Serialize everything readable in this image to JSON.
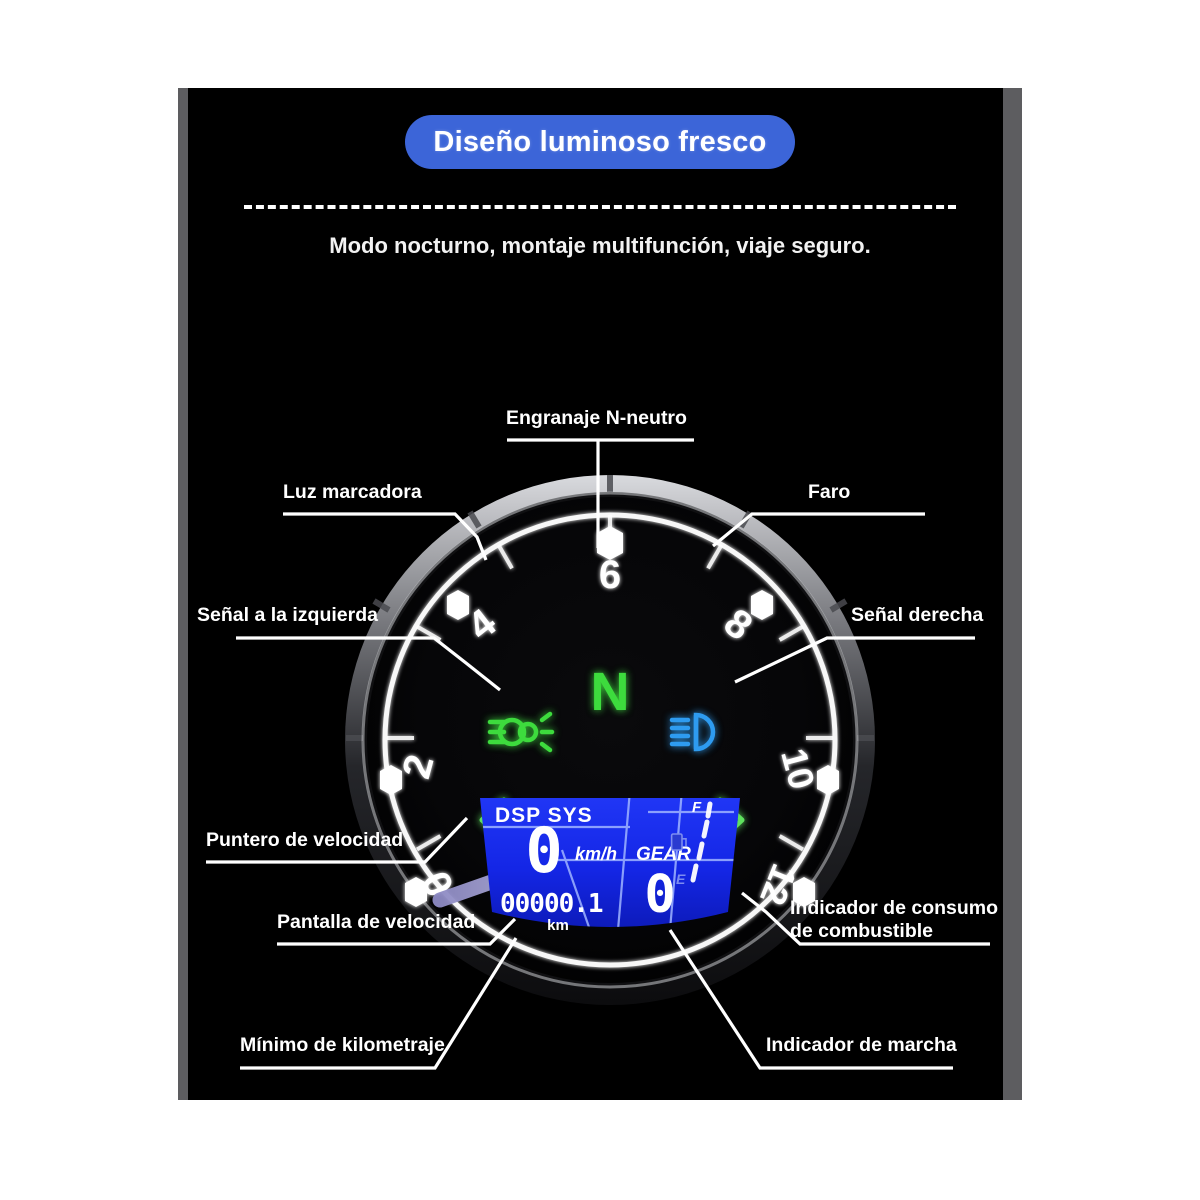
{
  "header": {
    "badge_title": "Diseño luminoso fresco",
    "subtitle": "Modo nocturno, montaje multifunción, viaje seguro.",
    "badge_color": "#3c65d8",
    "background_color": "#000000"
  },
  "callouts": [
    {
      "id": "neutral",
      "label": "Engranaje N-neutro"
    },
    {
      "id": "marker",
      "label": "Luz marcadora"
    },
    {
      "id": "headlamp",
      "label": "Faro"
    },
    {
      "id": "left",
      "label": "Señal a la izquierda"
    },
    {
      "id": "right",
      "label": "Señal derecha"
    },
    {
      "id": "needle",
      "label": "Puntero de velocidad"
    },
    {
      "id": "speed",
      "label": "Pantalla de velocidad"
    },
    {
      "id": "fuel",
      "label": "Indicador de consumo de combustible"
    },
    {
      "id": "odo",
      "label": "Mínimo de kilometraje"
    },
    {
      "id": "gear",
      "label": "Indicador de marcha"
    }
  ],
  "gauge": {
    "dial_numbers": [
      "0",
      "2",
      "4",
      "6",
      "8",
      "10",
      "12"
    ],
    "needle_value": "0",
    "needle_color": "#a9a6d8",
    "neutral_symbol": "N",
    "neutral_color": "#3ddb3d",
    "marker_light_color": "#3ddb3d",
    "high_beam_color": "#2e9bf0",
    "turn_signal_color": "#5ee25e",
    "dial_ring_color": "#ffffff"
  },
  "lcd": {
    "background_color": "#1228e8",
    "text_color": "#ffffff",
    "dsp_label": "DSP SYS",
    "speed_value": "0",
    "speed_unit": "km/h",
    "gear_label": "GEAR",
    "gear_value": "0",
    "odometer_value": "00000.1",
    "odometer_unit": "km",
    "fuel_full_label": "F",
    "fuel_empty_label": "E"
  }
}
